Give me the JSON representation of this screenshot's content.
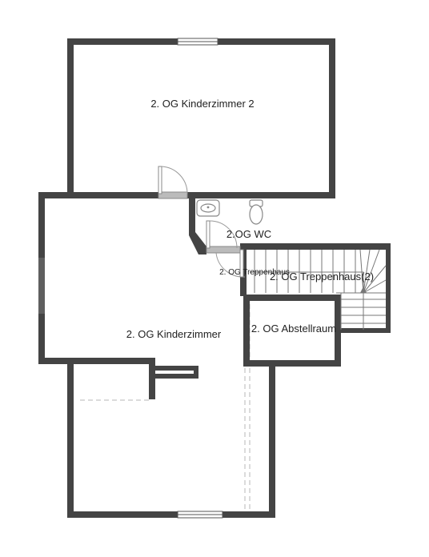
{
  "rooms": {
    "kinderzimmer_2": "2. OG Kinderzimmer 2",
    "kinderzimmer": "2. OG Kinderzimmer",
    "wc": "2.OG WC",
    "treppenhaus": "2. OG Treppenhaus",
    "treppenhaus_2": "2. OG Treppenhaus(2)",
    "abstellraum": "2. OG Abstellraum"
  },
  "colors": {
    "wall": "#444444",
    "window": "#ffffff",
    "label": "#222222"
  }
}
